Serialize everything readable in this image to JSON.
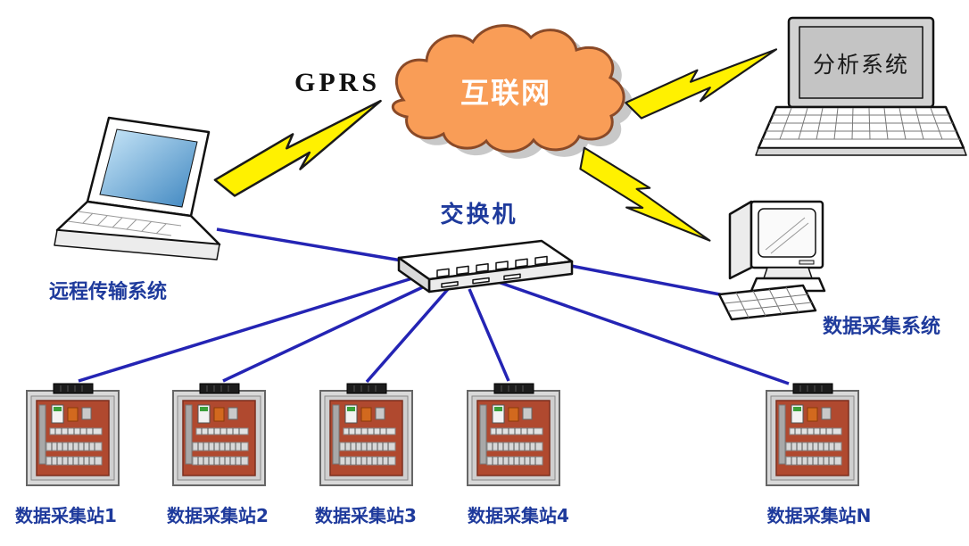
{
  "diagram": {
    "gprs_label": "GPRS",
    "cloud_label": "互联网",
    "switch_label": "交换机",
    "remote_system_label": "远程传输系统",
    "analysis_system_label": "分析系统",
    "collection_system_label": "数据采集系统",
    "stations": [
      "数据采集站1",
      "数据采集站2",
      "数据采集站3",
      "数据采集站4",
      "数据采集站N"
    ],
    "colors": {
      "cloud_fill": "#F99D57",
      "cloud_stroke": "#8A4A28",
      "bolt_fill": "#FFF100",
      "line_blue": "#2424B4",
      "label_blue": "#1E3A9C",
      "cabinet_red": "#B0492F"
    }
  }
}
